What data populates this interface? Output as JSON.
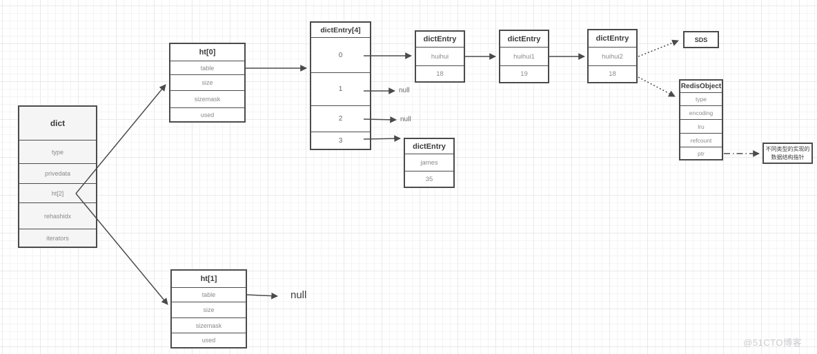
{
  "diagram": {
    "dict": {
      "title": "dict",
      "rows": [
        "type",
        "privedata",
        "ht[2]",
        "rehashidx",
        "iterators"
      ]
    },
    "ht0": {
      "title": "ht[0]",
      "rows": [
        "table",
        "size",
        "sizemask",
        "used"
      ]
    },
    "ht1": {
      "title": "ht[1]",
      "rows": [
        "table",
        "size",
        "sizemask",
        "used"
      ]
    },
    "dict_entry_array": {
      "title": "dictEntry[4]",
      "slots": [
        "0",
        "1",
        "2",
        "3"
      ]
    },
    "entry_huihui": {
      "title": "dictEntry",
      "key": "huihui",
      "value": "18"
    },
    "entry_huihui1": {
      "title": "dictEntry",
      "key": "huihui1",
      "value": "19"
    },
    "entry_huihui2": {
      "title": "dictEntry",
      "key": "huihui2",
      "value": "18"
    },
    "entry_james": {
      "title": "dictEntry",
      "key": "james",
      "value": "35"
    },
    "sds": {
      "title": "SDS"
    },
    "redis_object": {
      "title": "RedisObject",
      "rows": [
        "type",
        "encoding",
        "lru",
        "refcount",
        "ptr"
      ]
    },
    "note": {
      "text": "不同类型的实现的数据结构指针"
    },
    "null_labels": {
      "slot1": "null",
      "slot2": "null",
      "ht1_table": "null"
    }
  },
  "colors": {
    "line": "#4a4a4a",
    "dict_fill": "#f5f5f5",
    "box_fill": "#ffffff",
    "header_text": "#3b3b3b",
    "label_text": "#8a8a8a",
    "grid_minor": "#f4f4f6",
    "grid_major": "#e9e9ec"
  },
  "watermark": "@51CTO博客"
}
